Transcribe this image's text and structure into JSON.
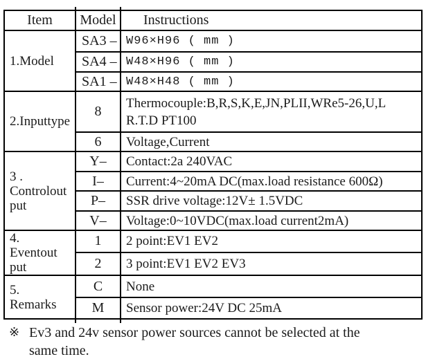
{
  "table": {
    "columns": {
      "item": "Item",
      "model": "Model",
      "instructions": "Instructions"
    },
    "sections": [
      {
        "label": "1.Model",
        "rows": [
          {
            "code": "SA3 –",
            "desc": "W96×H96 ( mm )"
          },
          {
            "code": "SA4 –",
            "desc": "W48×H96 ( mm )"
          },
          {
            "code": "SA1 –",
            "desc": "W48×H48 ( mm )"
          }
        ]
      },
      {
        "label": "2.Inputtype",
        "rows": [
          {
            "code": "8",
            "desc": "Thermocouple:B,R,S,K,E,JN,PLII,WRe5-26,U,L\nR.T.D PT100"
          },
          {
            "code": "6",
            "desc": "Voltage,Current"
          }
        ]
      },
      {
        "label": "3 .\nControlout\nput",
        "rows": [
          {
            "code": "Y–",
            "desc": "Contact:2a 240VAC"
          },
          {
            "code": "I–",
            "desc": "Current:4~20mA DC(max.load resistance 600Ω)"
          },
          {
            "code": "P–",
            "desc": "SSR drive voltage:12V± 1.5VDC"
          },
          {
            "code": "V–",
            "desc": "Voltage:0~10VDC(max.load current2mA)"
          }
        ]
      },
      {
        "label": "4.\nEventout\nput",
        "rows": [
          {
            "code": "1",
            "desc": "2 point:EV1 EV2"
          },
          {
            "code": "2",
            "desc": "3 point:EV1 EV2 EV3"
          }
        ]
      },
      {
        "label": "5.\nRemarks",
        "rows": [
          {
            "code": "C",
            "desc": "None"
          },
          {
            "code": "M",
            "desc": "Sensor power:24V DC 25mA"
          }
        ]
      }
    ]
  },
  "footnote": {
    "marker": "※",
    "text": "Ev3 and 24v sensor power sources cannot be selected at the\nsame time."
  }
}
